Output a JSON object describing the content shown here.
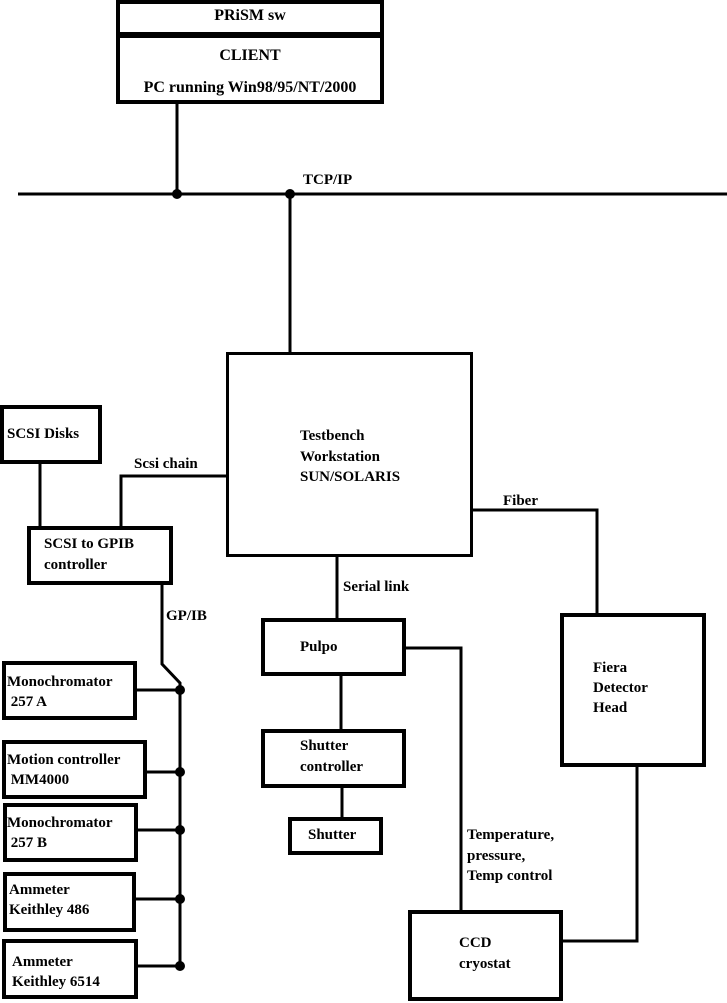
{
  "diagram": {
    "nodes": {
      "prism": {
        "label": "PRiSM sw"
      },
      "client": {
        "title": "CLIENT",
        "subtitle": "PC running Win98/95/NT/2000"
      },
      "workstation": {
        "lines": [
          "Testbench",
          "Workstation",
          "SUN/SOLARIS"
        ]
      },
      "scsi_disks": {
        "label": "SCSI Disks"
      },
      "scsi_gpib": {
        "lines": [
          "SCSI to GPIB",
          "controller"
        ]
      },
      "pulpo": {
        "label": "Pulpo"
      },
      "shutter_controller": {
        "lines": [
          "Shutter",
          "controller"
        ]
      },
      "shutter": {
        "label": "Shutter"
      },
      "fiera": {
        "lines": [
          "Fiera",
          "Detector",
          "Head"
        ]
      },
      "ccd": {
        "lines": [
          "CCD",
          "cryostat"
        ]
      },
      "mono_a": {
        "lines": [
          "Monochromator",
          " 257 A"
        ]
      },
      "motion": {
        "lines": [
          "Motion controller",
          " MM4000"
        ]
      },
      "mono_b": {
        "lines": [
          "Monochromator",
          " 257 B"
        ]
      },
      "ammeter_486": {
        "lines": [
          "Ammeter",
          "Keithley 486"
        ]
      },
      "ammeter_6514": {
        "lines": [
          "Ammeter",
          "Keithley 6514"
        ]
      }
    },
    "links": {
      "tcpip": "TCP/IP",
      "scsi_chain": "Scsi chain",
      "fiber": "Fiber",
      "serial": "Serial link",
      "gpib": "GP/IB",
      "temp": [
        "Temperature,",
        "pressure,",
        "Temp control"
      ]
    }
  }
}
